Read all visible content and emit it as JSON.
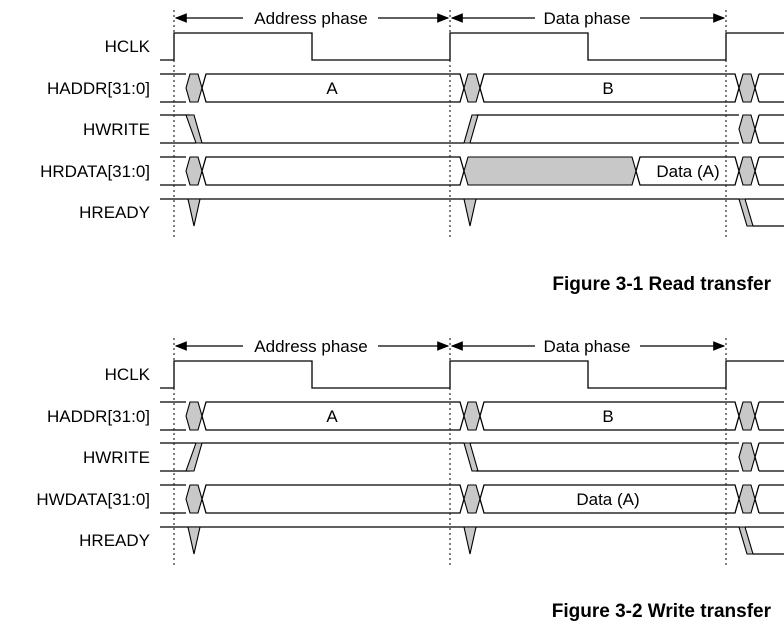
{
  "figures": [
    {
      "caption": "Figure 3-1 Read transfer",
      "phases": [
        "Address phase",
        "Data phase"
      ],
      "signals": [
        "HCLK",
        "HADDR[31:0]",
        "HWRITE",
        "HRDATA[31:0]",
        "HREADY"
      ],
      "values": {
        "addr_a": "A",
        "addr_b": "B",
        "data": "Data (A)"
      }
    },
    {
      "caption": "Figure 3-2 Write transfer",
      "phases": [
        "Address phase",
        "Data phase"
      ],
      "signals": [
        "HCLK",
        "HADDR[31:0]",
        "HWRITE",
        "HWDATA[31:0]",
        "HREADY"
      ],
      "values": {
        "addr_a": "A",
        "addr_b": "B",
        "data": "Data (A)"
      }
    }
  ],
  "colors": {
    "undefined_fill": "#c8c8c8",
    "line": "#000000"
  }
}
